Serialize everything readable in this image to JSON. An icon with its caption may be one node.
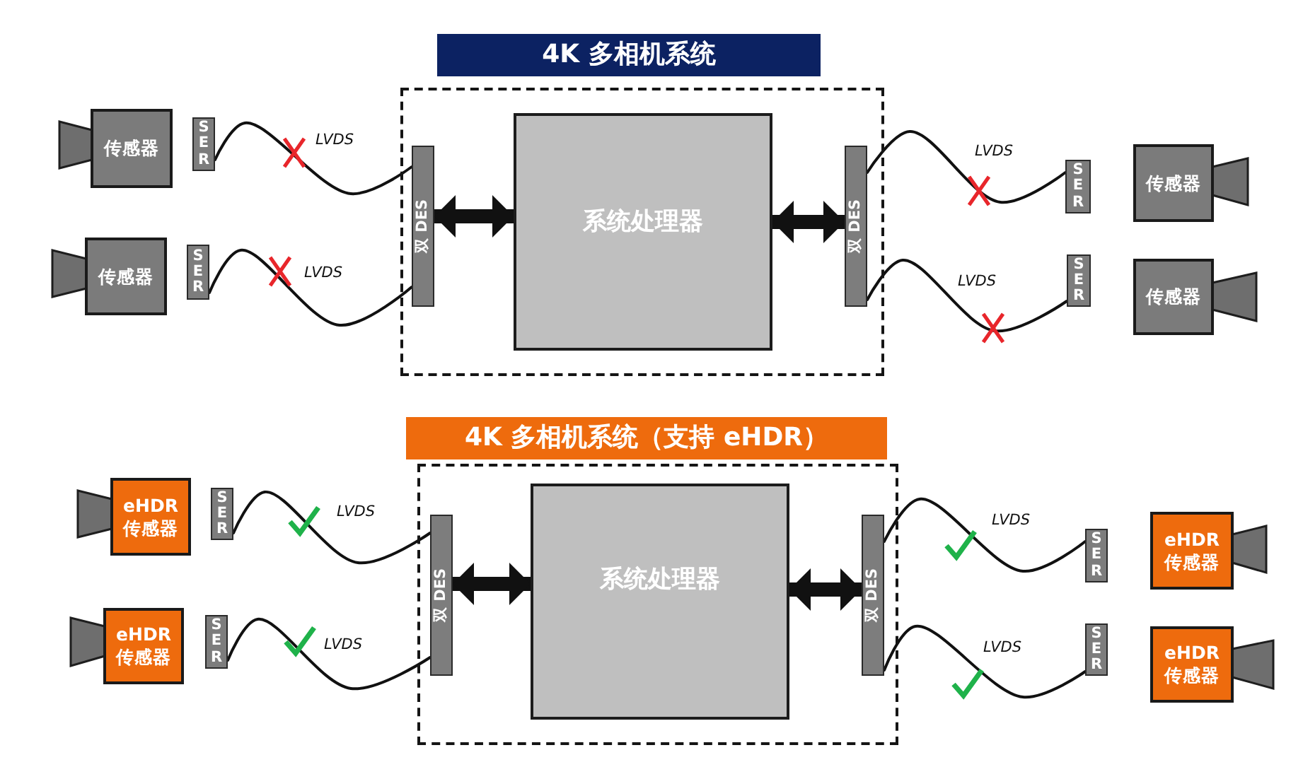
{
  "diagram": {
    "nodes": [
      {
        "text": [
          "4K 多相机系统"
        ]
      },
      {
        "text": [
          "传感器"
        ]
      },
      {
        "text": [
          "SER"
        ]
      },
      {
        "text": [
          "传感器"
        ]
      },
      {
        "text": [
          "SER"
        ]
      },
      {
        "text": [],
        "shape": "box"
      },
      {
        "text": [
          "双 DES"
        ],
        "in": 5
      },
      {
        "text": [
          "系统处理器"
        ],
        "in": 5
      },
      {
        "text": [
          "双 DES"
        ],
        "in": 5
      },
      {
        "text": [
          "SER"
        ]
      },
      {
        "text": [
          "传感器"
        ]
      },
      {
        "text": [
          "SER"
        ]
      },
      {
        "text": [
          "传感器"
        ]
      },
      {
        "text": [
          "4K 多相机系统（支持 eHDR）"
        ]
      },
      {
        "text": [
          "eHDR 传感器"
        ]
      },
      {
        "text": [
          "SER"
        ]
      },
      {
        "text": [
          "eHDR 传感器"
        ]
      },
      {
        "text": [
          "SER"
        ]
      },
      {
        "text": [],
        "shape": "box"
      },
      {
        "text": [
          "双 DES"
        ],
        "in": 18
      },
      {
        "text": [
          "系统处理器"
        ],
        "in": 18
      },
      {
        "text": [
          "双 DES"
        ],
        "in": 18
      },
      {
        "text": [
          "SER"
        ]
      },
      {
        "text": [
          "eHDR 传感器"
        ]
      },
      {
        "text": [
          "SER"
        ]
      },
      {
        "text": [
          "eHDR 传感器"
        ]
      }
    ],
    "edges": [
      {
        "from": 2,
        "to": 6,
        "arrow": "none",
        "label": "LVDS"
      },
      {
        "from": 4,
        "to": 6,
        "arrow": "none",
        "label": "LVDS"
      },
      {
        "from": 6,
        "to": 7,
        "arrow": "both",
        "style": "thick"
      },
      {
        "from": 7,
        "to": 8,
        "arrow": "both",
        "style": "thick"
      },
      {
        "from": 9,
        "to": 8,
        "arrow": "none",
        "label": "LVDS"
      },
      {
        "from": 11,
        "to": 8,
        "arrow": "none",
        "label": "LVDS"
      },
      {
        "from": 15,
        "to": 19,
        "arrow": "none",
        "label": "LVDS"
      },
      {
        "from": 17,
        "to": 19,
        "arrow": "none",
        "label": "LVDS"
      },
      {
        "from": 19,
        "to": 20,
        "arrow": "both",
        "style": "thick"
      },
      {
        "from": 20,
        "to": 21,
        "arrow": "both",
        "style": "thick"
      },
      {
        "from": 22,
        "to": 21,
        "arrow": "none",
        "label": "LVDS"
      },
      {
        "from": 24,
        "to": 21,
        "arrow": "none",
        "label": "LVDS"
      }
    ]
  }
}
